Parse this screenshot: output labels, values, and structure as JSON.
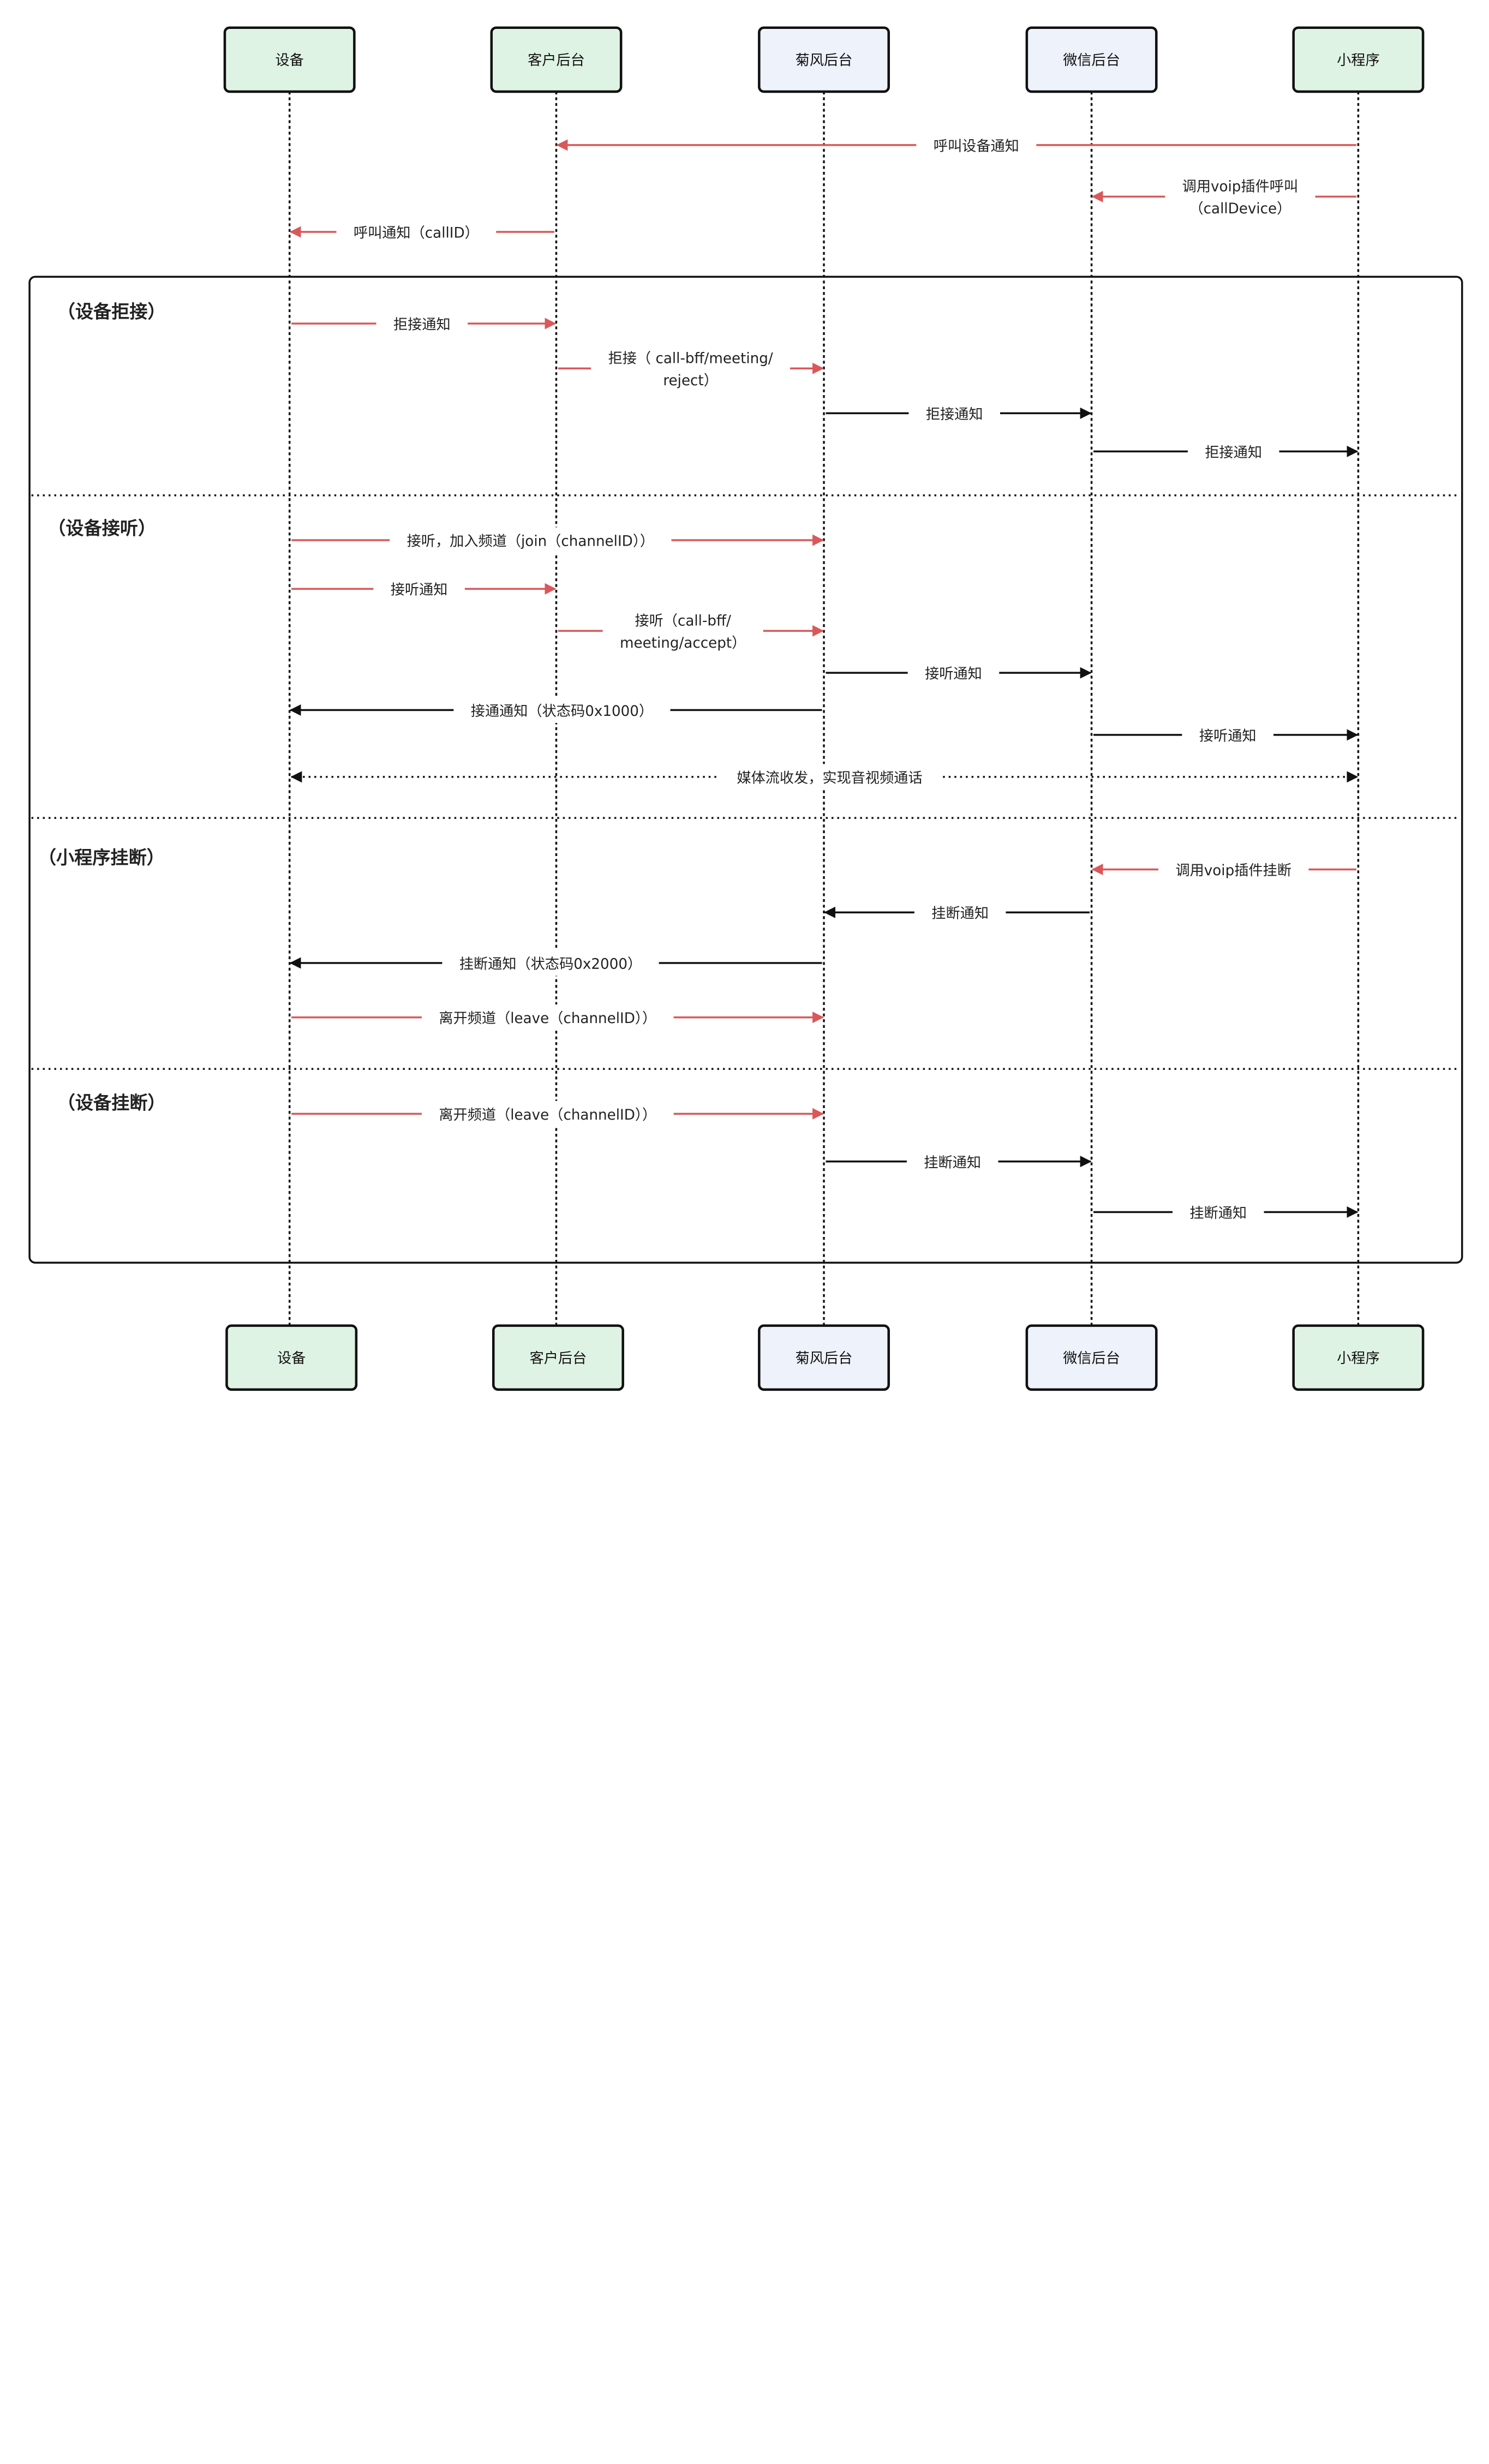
{
  "colors": {
    "participant_fill_green": "#dff3e4",
    "participant_fill_blue": "#eef2fb",
    "request_arrow": "#d9585a",
    "response_arrow": "#111111"
  },
  "participants": [
    {
      "id": "device",
      "label": "设备",
      "fill": "green"
    },
    {
      "id": "customer_backend",
      "label": "客户后台",
      "fill": "green"
    },
    {
      "id": "jufeng_backend",
      "label": "菊风后台",
      "fill": "blue"
    },
    {
      "id": "wechat_backend",
      "label": "微信后台",
      "fill": "blue"
    },
    {
      "id": "mini_program",
      "label": "小程序",
      "fill": "green"
    }
  ],
  "intro_messages": [
    {
      "from": "mini_program",
      "to": "customer_backend",
      "lines": [
        "呼叫设备通知"
      ],
      "color": "red",
      "style": "solid"
    },
    {
      "from": "mini_program",
      "to": "wechat_backend",
      "lines": [
        "调用voip插件呼叫",
        "（callDevice）"
      ],
      "color": "red",
      "style": "solid"
    },
    {
      "from": "customer_backend",
      "to": "device",
      "lines": [
        "呼叫通知（callID）"
      ],
      "color": "red",
      "style": "solid"
    }
  ],
  "sections": [
    {
      "title": "（设备拒接）",
      "messages": [
        {
          "from": "device",
          "to": "customer_backend",
          "lines": [
            "拒接通知"
          ],
          "color": "red",
          "style": "solid"
        },
        {
          "from": "customer_backend",
          "to": "jufeng_backend",
          "lines": [
            "拒接（ call-bff/meeting/",
            "reject）"
          ],
          "color": "red",
          "style": "solid"
        },
        {
          "from": "jufeng_backend",
          "to": "wechat_backend",
          "lines": [
            "拒接通知"
          ],
          "color": "black",
          "style": "solid"
        },
        {
          "from": "wechat_backend",
          "to": "mini_program",
          "lines": [
            "拒接通知"
          ],
          "color": "black",
          "style": "solid"
        }
      ]
    },
    {
      "title": "（设备接听）",
      "messages": [
        {
          "from": "device",
          "to": "jufeng_backend",
          "lines": [
            "接听，加入频道（join（channelID））"
          ],
          "color": "red",
          "style": "solid"
        },
        {
          "from": "device",
          "to": "customer_backend",
          "lines": [
            "接听通知"
          ],
          "color": "red",
          "style": "solid"
        },
        {
          "from": "customer_backend",
          "to": "jufeng_backend",
          "lines": [
            "接听（call-bff/",
            "meeting/accept）"
          ],
          "color": "red",
          "style": "solid"
        },
        {
          "from": "jufeng_backend",
          "to": "wechat_backend",
          "lines": [
            "接听通知"
          ],
          "color": "black",
          "style": "solid"
        },
        {
          "from": "jufeng_backend",
          "to": "device",
          "lines": [
            "接通通知（状态码0x1000）"
          ],
          "color": "black",
          "style": "solid"
        },
        {
          "from": "wechat_backend",
          "to": "mini_program",
          "lines": [
            "接听通知"
          ],
          "color": "black",
          "style": "solid"
        },
        {
          "from": "device",
          "to": "mini_program",
          "lines": [
            "媒体流收发，实现音视频通话"
          ],
          "color": "black",
          "style": "dotted",
          "bidirectional": true
        }
      ]
    },
    {
      "title": "（小程序挂断）",
      "messages": [
        {
          "from": "mini_program",
          "to": "wechat_backend",
          "lines": [
            "调用voip插件挂断"
          ],
          "color": "red",
          "style": "solid"
        },
        {
          "from": "wechat_backend",
          "to": "jufeng_backend",
          "lines": [
            "挂断通知"
          ],
          "color": "black",
          "style": "solid"
        },
        {
          "from": "jufeng_backend",
          "to": "device",
          "lines": [
            "挂断通知（状态码0x2000）"
          ],
          "color": "black",
          "style": "solid"
        },
        {
          "from": "device",
          "to": "jufeng_backend",
          "lines": [
            "离开频道（leave（channelID））"
          ],
          "color": "red",
          "style": "solid"
        }
      ]
    },
    {
      "title": "（设备挂断）",
      "messages": [
        {
          "from": "device",
          "to": "jufeng_backend",
          "lines": [
            "离开频道（leave（channelID））"
          ],
          "color": "red",
          "style": "solid"
        },
        {
          "from": "jufeng_backend",
          "to": "wechat_backend",
          "lines": [
            "挂断通知"
          ],
          "color": "black",
          "style": "solid"
        },
        {
          "from": "wechat_backend",
          "to": "mini_program",
          "lines": [
            "挂断通知"
          ],
          "color": "black",
          "style": "solid"
        }
      ]
    }
  ]
}
